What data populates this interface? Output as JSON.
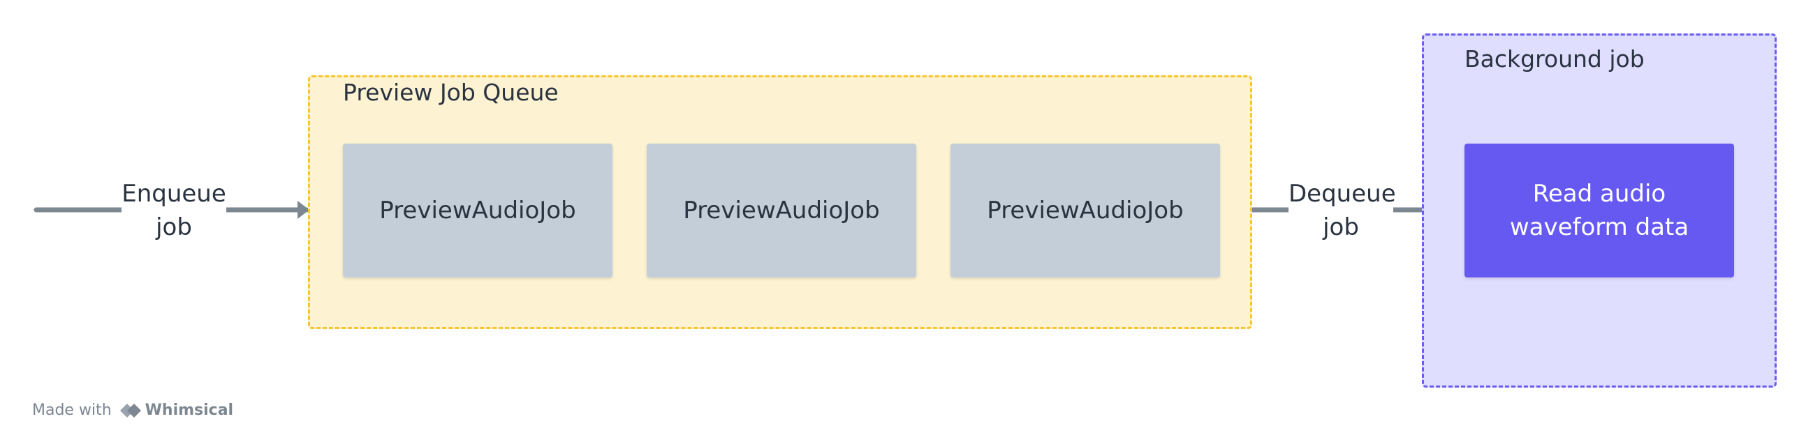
{
  "diagram": {
    "groups": {
      "queue_title": "Preview Job Queue",
      "background_title": "Background job"
    },
    "queue_jobs": [
      "PreviewAudioJob",
      "PreviewAudioJob",
      "PreviewAudioJob"
    ],
    "background_task": "Read audio waveform data",
    "edges": {
      "enqueue_label": "Enqueue job",
      "dequeue_label": "Dequeue job"
    },
    "colors": {
      "queue_fill": "#fdf2d2",
      "queue_border": "#f7c52e",
      "background_fill": "#e0deff",
      "background_border": "#6a5cf0",
      "job_fill": "#c3ced8",
      "task_fill": "#6659f2",
      "connector": "#7d8791"
    }
  },
  "footer": {
    "made_with": "Made with",
    "brand": "Whimsical",
    "brand_icon": "whimsical-logo-icon"
  }
}
